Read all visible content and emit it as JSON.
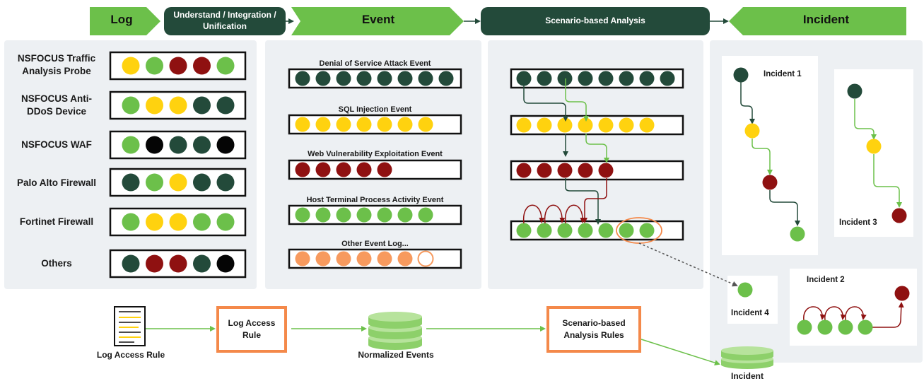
{
  "header": {
    "log": "Log",
    "understand": "Understand / Integration / Unification",
    "event": "Event",
    "scenario": "Scenario-based Analysis",
    "incident": "Incident"
  },
  "sources": [
    {
      "label": "NSFOCUS Traffic Analysis Probe",
      "dots": [
        "yellow",
        "lightgreen",
        "red",
        "red",
        "lightgreen"
      ]
    },
    {
      "label": "NSFOCUS Anti-DDoS Device",
      "dots": [
        "lightgreen",
        "yellow",
        "yellow",
        "darkgreen",
        "darkgreen"
      ]
    },
    {
      "label": "NSFOCUS WAF",
      "dots": [
        "lightgreen",
        "black",
        "darkgreen",
        "darkgreen",
        "black"
      ]
    },
    {
      "label": "Palo Alto Firewall",
      "dots": [
        "darkgreen",
        "lightgreen",
        "yellow",
        "darkgreen",
        "darkgreen"
      ]
    },
    {
      "label": "Fortinet Firewall",
      "dots": [
        "lightgreen",
        "yellow",
        "yellow",
        "lightgreen",
        "lightgreen"
      ]
    },
    {
      "label": "Others",
      "dots": [
        "darkgreen",
        "red",
        "red",
        "darkgreen",
        "black"
      ]
    }
  ],
  "events": [
    {
      "label": "Denial of Service Attack Event",
      "color": "darkgreen",
      "count": 8,
      "hollow_last": false
    },
    {
      "label": "SQL Injection Event",
      "color": "yellow",
      "count": 7,
      "hollow_last": false
    },
    {
      "label": "Web Vulnerability Exploitation Event",
      "color": "red",
      "count": 5,
      "hollow_last": false
    },
    {
      "label": "Host Terminal Process Activity Event",
      "color": "lightgreen",
      "count": 7,
      "hollow_last": false
    },
    {
      "label": "Other Event Log...",
      "color": "orange",
      "count": 7,
      "hollow_last": true
    }
  ],
  "scenario_rows": [
    {
      "color": "darkgreen",
      "count": 8
    },
    {
      "color": "yellow",
      "count": 7
    },
    {
      "color": "red",
      "count": 5
    },
    {
      "color": "lightgreen",
      "count": 7
    }
  ],
  "incidents": {
    "i1": "Incident 1",
    "i2": "Incident 2",
    "i3": "Incident 3",
    "i4": "Incident 4"
  },
  "bottom": {
    "log_access_rule_label": "Log Access Rule",
    "log_access_rule_box": "Log Access Rule",
    "normalized_events": "Normalized Events",
    "scenario_rules": "Scenario-based Analysis Rules",
    "incident": "Incident"
  },
  "colors": {
    "header_light": "#6cc04a",
    "header_dark": "#234a3a",
    "darkgreen": "#234a3a",
    "lightgreen": "#6cc04a",
    "yellow": "#ffd20f",
    "red": "#8f1111",
    "black": "#050505",
    "orange": "#f79a5e",
    "panel": "#edf0f3",
    "rule_border": "#f4894a"
  }
}
